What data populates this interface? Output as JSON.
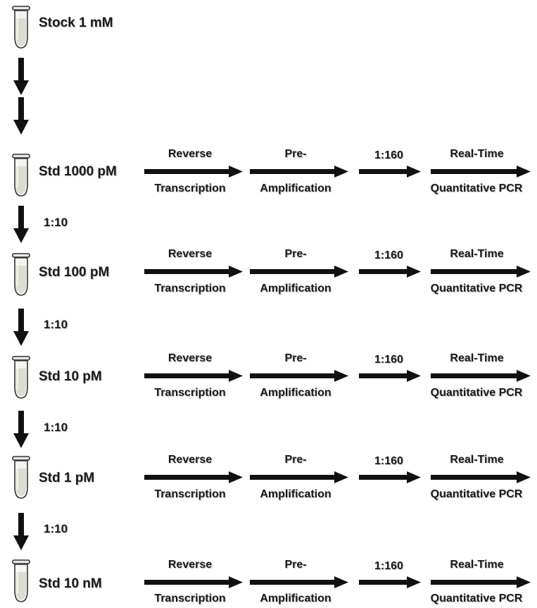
{
  "stock": {
    "label": "Stock 1 mM"
  },
  "steps": {
    "reverse": {
      "top": "Reverse",
      "bottom": "Transcription"
    },
    "pre": {
      "top": "Pre-",
      "bottom": "Amplification"
    },
    "dilution": {
      "top": "1:160"
    },
    "qpcr": {
      "top": "Real-Time",
      "bottom": "Quantitative PCR"
    }
  },
  "standards": [
    {
      "label": "Std 1000 pM",
      "dilution_from_previous": ""
    },
    {
      "label": "Std 100 pM",
      "dilution_from_previous": "1:10"
    },
    {
      "label": "Std 10 pM",
      "dilution_from_previous": "1:10"
    },
    {
      "label": "Std 1 pM",
      "dilution_from_previous": "1:10"
    },
    {
      "label": "Std 10 nM",
      "dilution_from_previous": "1:10"
    }
  ]
}
